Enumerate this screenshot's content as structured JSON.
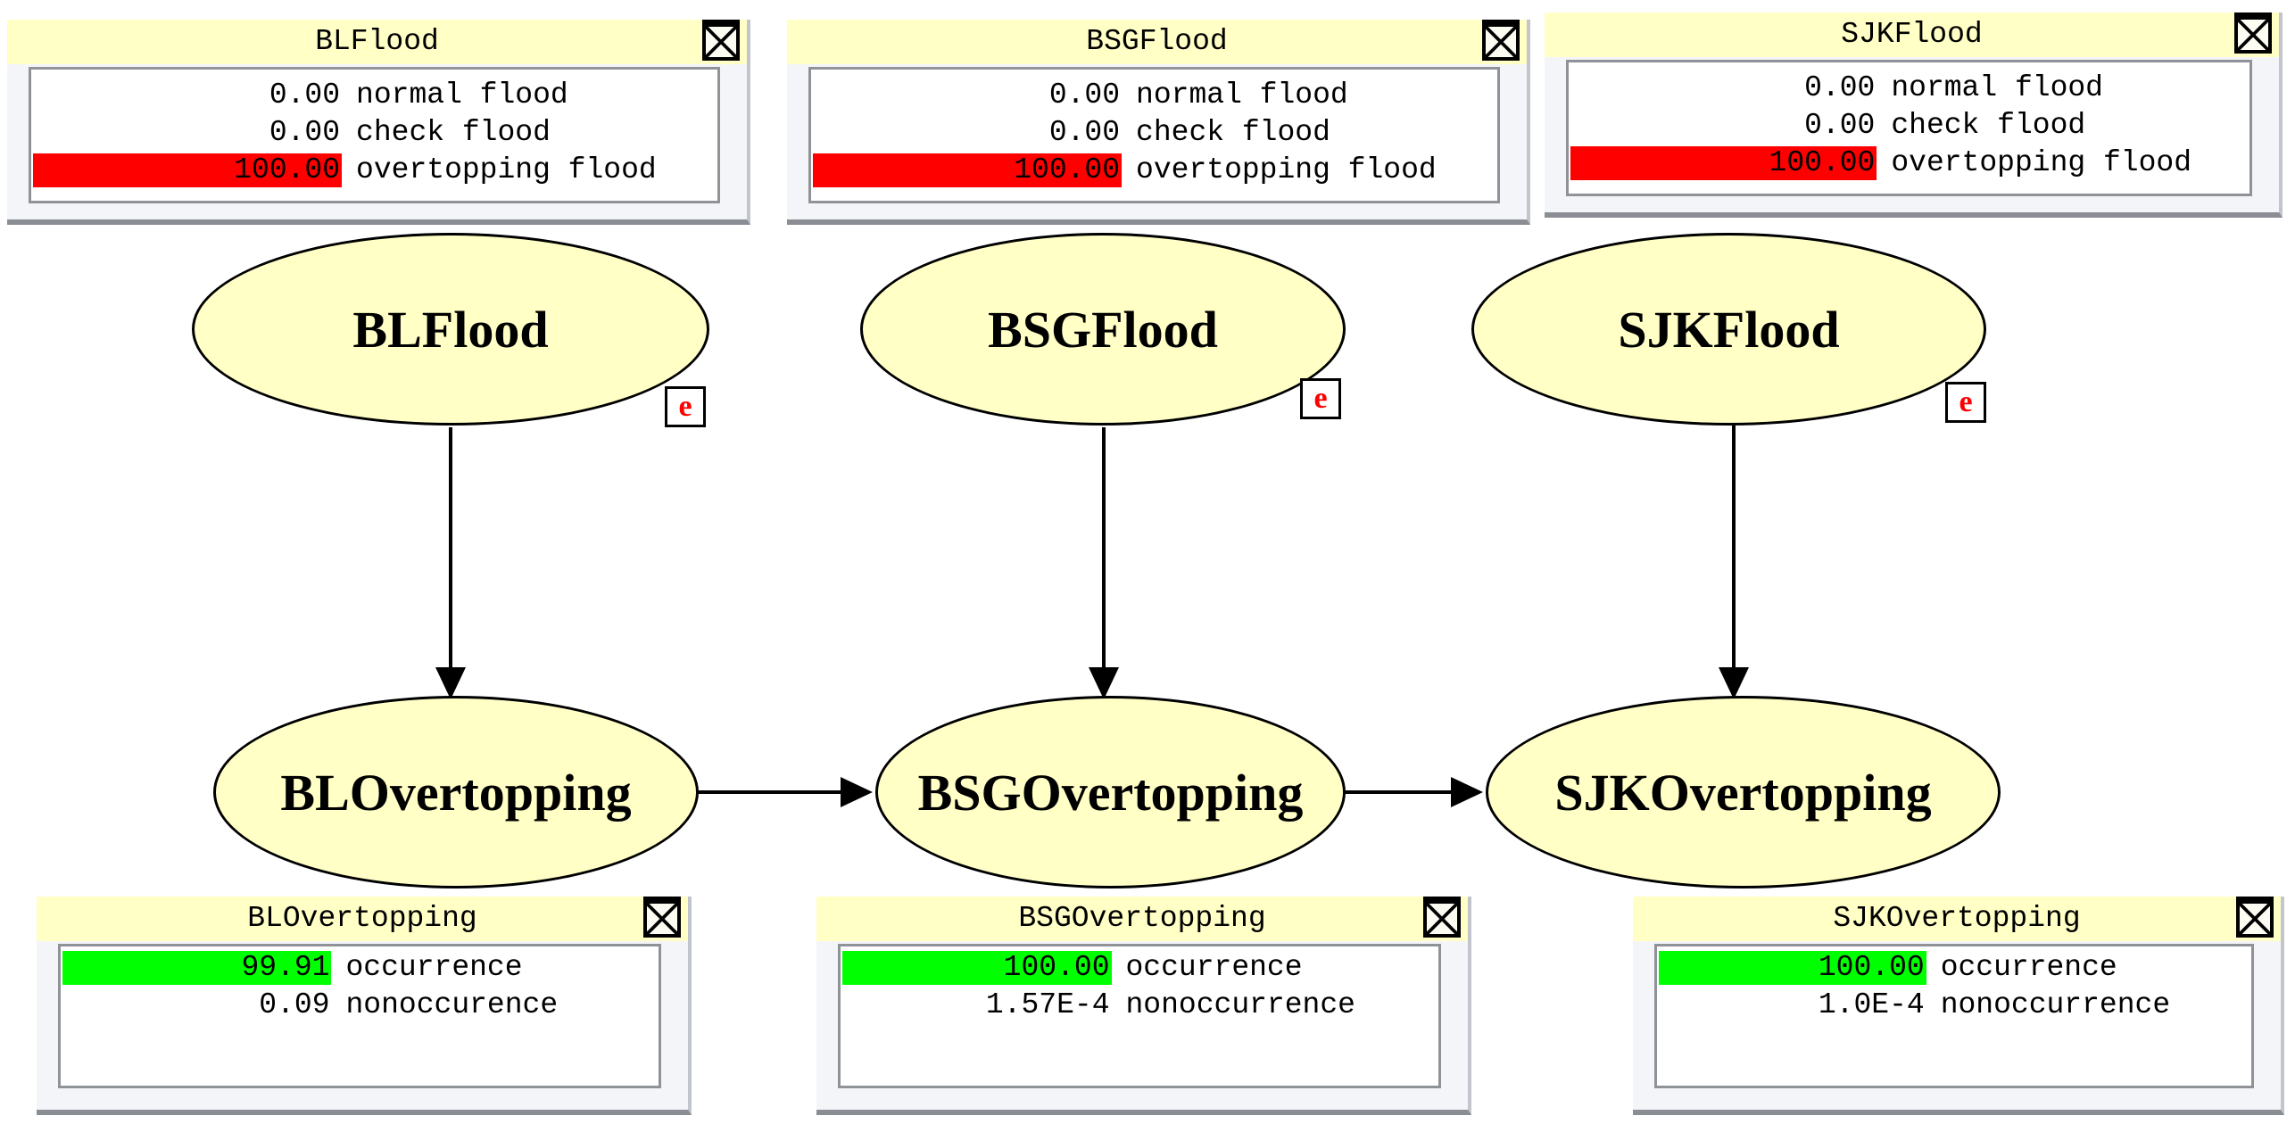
{
  "colors": {
    "node_fill": "#ffffc6",
    "titlebar_fill": "#ffffc6",
    "bar_red": "#ff0000",
    "bar_green": "#00ff00",
    "evidence_red": "#ff0000"
  },
  "windows": {
    "blflood": {
      "title": "BLFlood",
      "rows": [
        {
          "value": "0.00",
          "label": "normal flood",
          "bar": 0,
          "bar_color": "#ff0000"
        },
        {
          "value": "0.00",
          "label": "check flood",
          "bar": 0,
          "bar_color": "#ff0000"
        },
        {
          "value": "100.00",
          "label": "overtopping flood",
          "bar": 100,
          "bar_color": "#ff0000"
        }
      ]
    },
    "bsgflood": {
      "title": "BSGFlood",
      "rows": [
        {
          "value": "0.00",
          "label": "normal flood",
          "bar": 0,
          "bar_color": "#ff0000"
        },
        {
          "value": "0.00",
          "label": "check flood",
          "bar": 0,
          "bar_color": "#ff0000"
        },
        {
          "value": "100.00",
          "label": "overtopping flood",
          "bar": 100,
          "bar_color": "#ff0000"
        }
      ]
    },
    "sjkflood": {
      "title": "SJKFlood",
      "rows": [
        {
          "value": "0.00",
          "label": "normal flood",
          "bar": 0,
          "bar_color": "#ff0000"
        },
        {
          "value": "0.00",
          "label": "check flood",
          "bar": 0,
          "bar_color": "#ff0000"
        },
        {
          "value": "100.00",
          "label": "overtopping flood",
          "bar": 100,
          "bar_color": "#ff0000"
        }
      ]
    },
    "blovertopping": {
      "title": "BLOvertopping",
      "rows": [
        {
          "value": "99.91",
          "label": "occurrence",
          "bar": 99.91,
          "bar_color": "#00ff00"
        },
        {
          "value": "0.09",
          "label": "nonoccurence",
          "bar": 0,
          "bar_color": "#00ff00"
        }
      ]
    },
    "bsgovertopping": {
      "title": "BSGOvertopping",
      "rows": [
        {
          "value": "100.00",
          "label": "occurrence",
          "bar": 100,
          "bar_color": "#00ff00"
        },
        {
          "value": "1.57E-4",
          "label": "nonoccurrence",
          "bar": 0,
          "bar_color": "#00ff00"
        }
      ]
    },
    "sjkovertopping": {
      "title": "SJKOvertopping",
      "rows": [
        {
          "value": "100.00",
          "label": "occurrence",
          "bar": 100,
          "bar_color": "#00ff00"
        },
        {
          "value": "1.0E-4",
          "label": "nonoccurrence",
          "bar": 0,
          "bar_color": "#00ff00"
        }
      ]
    }
  },
  "nodes": {
    "blflood": {
      "label": "BLFlood",
      "evidence": "e"
    },
    "bsgflood": {
      "label": "BSGFlood",
      "evidence": "e"
    },
    "sjkflood": {
      "label": "SJKFlood",
      "evidence": "e"
    },
    "blovertopping": {
      "label": "BLOvertopping"
    },
    "bsgovertopping": {
      "label": "BSGOvertopping"
    },
    "sjkovertopping": {
      "label": "SJKOvertopping"
    }
  },
  "edges": [
    {
      "from": "BLFlood",
      "to": "BLOvertopping"
    },
    {
      "from": "BSGFlood",
      "to": "BSGOvertopping"
    },
    {
      "from": "SJKFlood",
      "to": "SJKOvertopping"
    },
    {
      "from": "BLOvertopping",
      "to": "BSGOvertopping"
    },
    {
      "from": "BSGOvertopping",
      "to": "SJKOvertopping"
    }
  ]
}
